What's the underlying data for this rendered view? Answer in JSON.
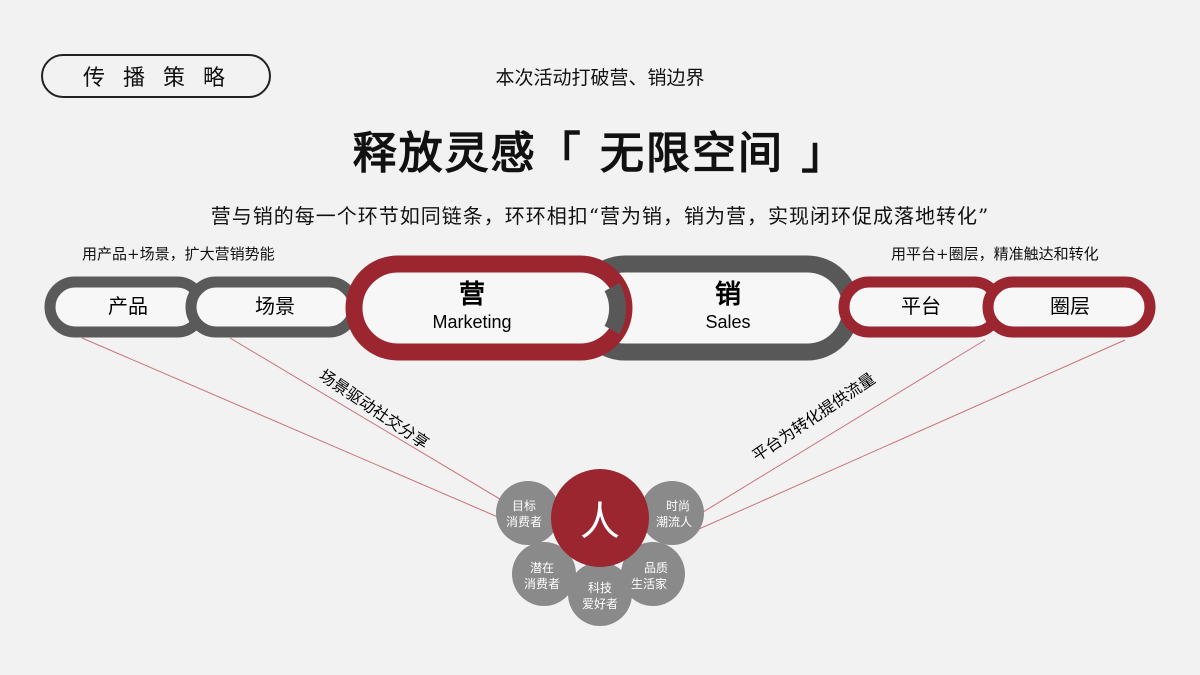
{
  "badge": "传播策略",
  "top_note": "本次活动打破营、销边界",
  "headline": "释放灵感「 无限空间 」",
  "description": "营与销的每一个环节如同链条，环环相扣“营为销，销为营，实现闭环促成落地转化”",
  "left_note": "用产品+场景，扩大营销势能",
  "right_note": "用平台+圈层，精准触达和转化",
  "chain": {
    "product": "产品",
    "scene": "场景",
    "marketing_cn": "营",
    "marketing_en": "Marketing",
    "sales_cn": "销",
    "sales_en": "Sales",
    "platform": "平台",
    "circle": "圈层"
  },
  "left_path_label": "场景驱动社交分享",
  "right_path_label": "平台为转化提供流量",
  "people": {
    "center": "人",
    "target_1": "目标",
    "target_2": "消费者",
    "trend_1": "时尚",
    "trend_2": "潮流人",
    "potential_1": "潜在",
    "potential_2": "消费者",
    "quality_1": "品质",
    "quality_2": "生活家",
    "tech_1": "科技",
    "tech_2": "爱好者"
  },
  "colors": {
    "red": "#9b2630",
    "gray": "#5a5a5a",
    "light_gray": "#8a8a8a",
    "line": "#c9737b"
  }
}
